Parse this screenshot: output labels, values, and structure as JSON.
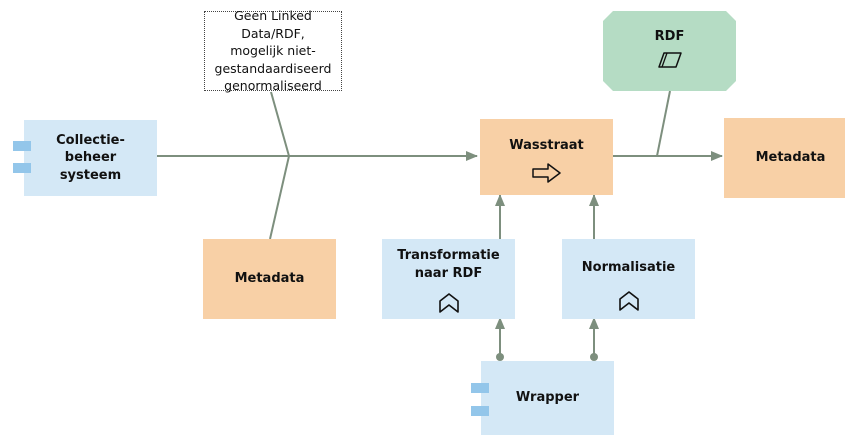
{
  "note": {
    "text": "Geen Linked Data/RDF,\nmogelijk niet-gestandaardiseerd\ngenormaliseerd"
  },
  "collectie": {
    "label": "Collectie-\nbeheer\nsysteem"
  },
  "metadata_left": {
    "label": "Metadata"
  },
  "wasstraat": {
    "label": "Wasstraat"
  },
  "metadata_right": {
    "label": "Metadata"
  },
  "rdf": {
    "label": "RDF"
  },
  "transformatie": {
    "label": "Transformatie\nnaar RDF"
  },
  "normalisatie": {
    "label": "Normalisatie"
  },
  "wrapper": {
    "label": "Wrapper"
  },
  "colors": {
    "blue_box": "#d4e8f6",
    "orange_box": "#f8d0a6",
    "green_box": "#b5dcc4",
    "connector": "#7d8f7e",
    "component_tab": "#93c6ea"
  },
  "icons": {
    "wasstraat": "process-arrow-icon",
    "rdf": "data-object-icon",
    "transformatie": "function-chevron-icon",
    "normalisatie": "function-chevron-icon",
    "collectie": "application-component-icon",
    "wrapper": "application-component-icon"
  }
}
